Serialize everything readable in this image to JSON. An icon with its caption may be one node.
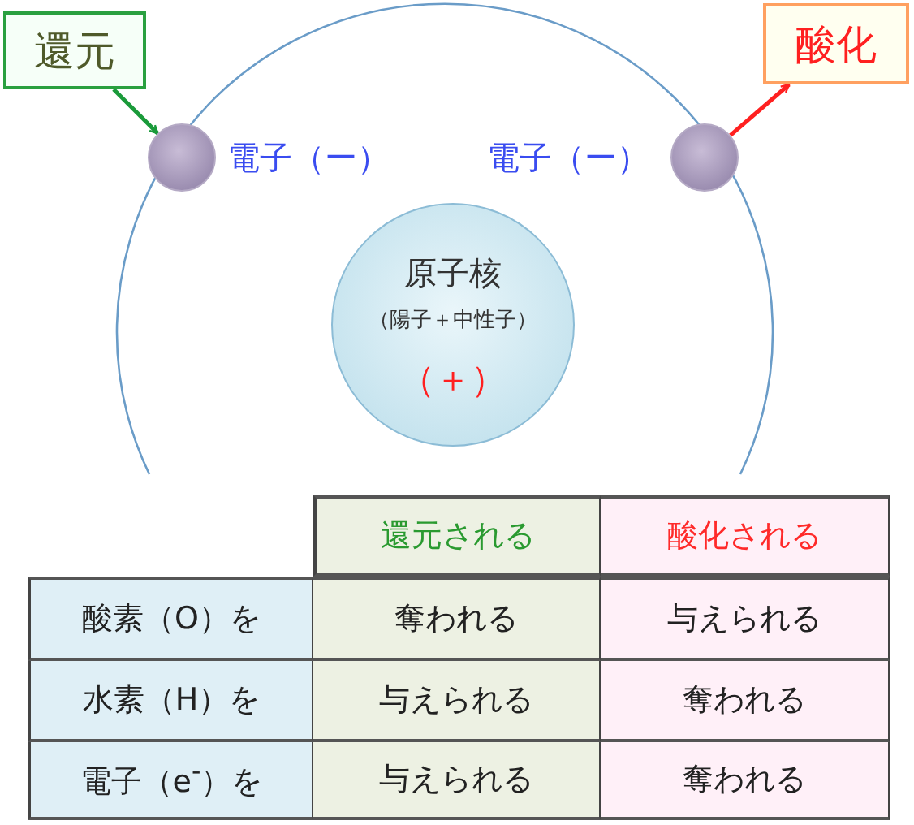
{
  "diagram": {
    "nodes": [
      {
        "text": [
          "還元"
        ]
      },
      {
        "text": [
          "酸化"
        ]
      },
      {
        "text": [],
        "shape": "circle",
        "beside": [
          "電子（ー）"
        ]
      },
      {
        "text": [],
        "shape": "circle",
        "beside": [
          "電子（ー）"
        ]
      },
      {
        "text": [
          "原子核",
          "（陽子＋中性子）",
          "（＋）"
        ]
      }
    ],
    "edges": [
      {
        "from": 0,
        "to": 2,
        "arrow": "to",
        "color": "#1a9a3a"
      },
      {
        "from": 3,
        "to": 1,
        "arrow": "to",
        "color": "#ff2020"
      }
    ],
    "labels": [
      "還元される",
      "酸化される",
      "酸素（O）を",
      "奪われる",
      "与えられる",
      "水素（H）を",
      "与えられる",
      "奪われる",
      "電子（e$^{-}$）を",
      "与えられる",
      "奪われる"
    ]
  }
}
